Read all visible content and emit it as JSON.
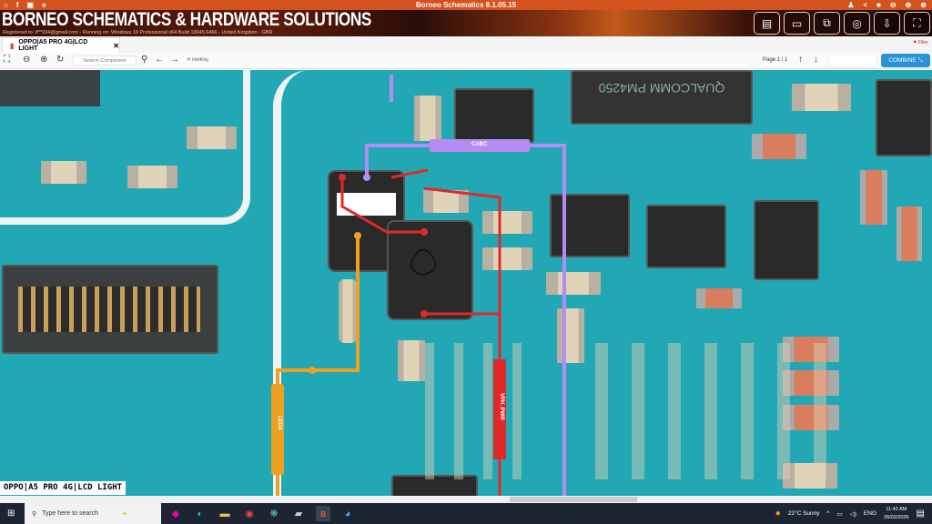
{
  "window": {
    "title": "Borneo Schematics 8.1.05.15",
    "left_icons": [
      "home-icon",
      "facebook-icon",
      "youtube-icon",
      "browser-icon"
    ],
    "right_icons": [
      "user-icon",
      "share-icon",
      "video-icon",
      "minimize-icon",
      "maximize-icon",
      "close-icon"
    ]
  },
  "banner": {
    "brand": "BORNEO SCHEMATICS & HARDWARE SOLUTIONS",
    "registration": "Registered to: tf**034@gmail.com - Running on: Windows 10 Professional x64 Build 19045.6466 - United Kingdom - GBR",
    "buttons": [
      "schematic-icon",
      "screen-icon",
      "devices-icon",
      "zoom-search-icon",
      "download-icon",
      "capture-icon"
    ]
  },
  "tab": {
    "label": "OPPO|A5 PRO 4G|LCD LIGHT",
    "close": "✕",
    "filter": "Filter"
  },
  "toolbar": {
    "search_placeholder": "Search Component",
    "hotkey": "HotKey",
    "page": "Page 1 / 1",
    "combine": "COMBINE ⤡"
  },
  "board": {
    "nets": [
      "CABC",
      "VPH_PWR",
      "LEDA"
    ],
    "chip_text": "QUALCOMM",
    "chip_text2": "PM4250",
    "colors": {
      "cabc": "#b58cf2",
      "vph": "#e02a2a",
      "leda": "#f0a020",
      "pcb": "#22a7b5"
    }
  },
  "footer": {
    "label": "OPPO|A5 PRO 4G|LCD LIGHT"
  },
  "taskbar": {
    "search": "Type here to search",
    "weather": "22°C  Sunny",
    "lang": "ENG",
    "time": "11:42 AM",
    "date": "26/02/2026"
  }
}
